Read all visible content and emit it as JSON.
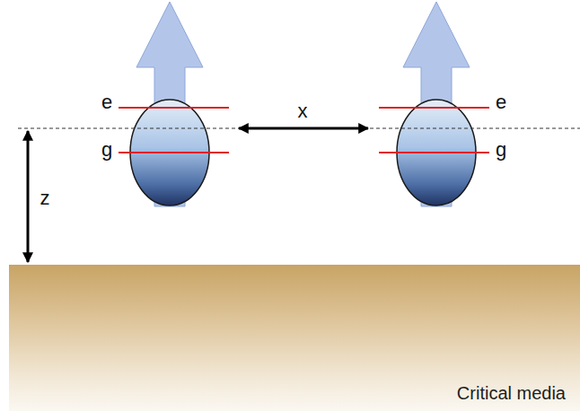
{
  "diagram": {
    "nodes": [
      {
        "text": [
          "Critical media"
        ]
      }
    ],
    "labels": [
      "e",
      "g",
      "x",
      "e",
      "g",
      "z"
    ]
  }
}
